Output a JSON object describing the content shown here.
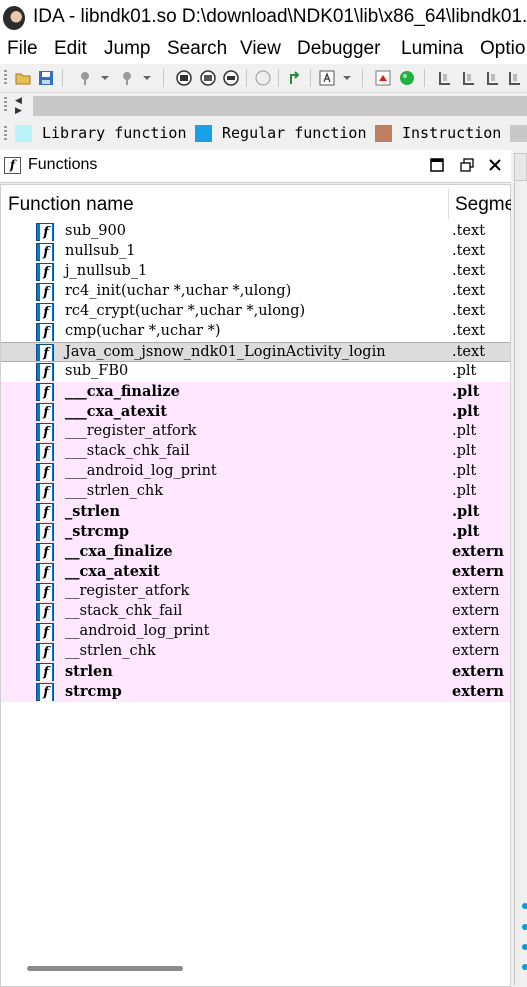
{
  "window": {
    "title": "IDA - libndk01.so D:\\download\\NDK01\\lib\\x86_64\\libndk01.so"
  },
  "menu": {
    "items": [
      "File",
      "Edit",
      "Jump",
      "Search",
      "View",
      "Debugger",
      "Lumina",
      "Optio"
    ]
  },
  "legend": {
    "items": [
      {
        "label": "Library function",
        "color": "#b8f4f8"
      },
      {
        "label": "Regular function",
        "color": "#1aa0e8"
      },
      {
        "label": "Instruction",
        "color": "#c08060"
      }
    ]
  },
  "panel": {
    "title": "Functions",
    "icon": "f"
  },
  "table": {
    "columns": {
      "name": "Function name",
      "segment": "Segme"
    },
    "rows": [
      {
        "name": "sub_900",
        "segment": ".text"
      },
      {
        "name": "nullsub_1",
        "segment": ".text"
      },
      {
        "name": "j_nullsub_1",
        "segment": ".text"
      },
      {
        "name": "rc4_init(uchar *,uchar *,ulong)",
        "segment": ".text"
      },
      {
        "name": "rc4_crypt(uchar *,uchar *,ulong)",
        "segment": ".text"
      },
      {
        "name": "cmp(uchar *,uchar *)",
        "segment": ".text"
      },
      {
        "name": "Java_com_jsnow_ndk01_LoginActivity_login",
        "segment": ".text"
      },
      {
        "name": "sub_FB0",
        "segment": ".plt"
      },
      {
        "name": "___cxa_finalize",
        "segment": ".plt"
      },
      {
        "name": "___cxa_atexit",
        "segment": ".plt"
      },
      {
        "name": "___register_atfork",
        "segment": ".plt"
      },
      {
        "name": "___stack_chk_fail",
        "segment": ".plt"
      },
      {
        "name": "___android_log_print",
        "segment": ".plt"
      },
      {
        "name": "___strlen_chk",
        "segment": ".plt"
      },
      {
        "name": "_strlen",
        "segment": ".plt"
      },
      {
        "name": "_strcmp",
        "segment": ".plt"
      },
      {
        "name": "__cxa_finalize",
        "segment": "extern"
      },
      {
        "name": "__cxa_atexit",
        "segment": "extern"
      },
      {
        "name": "__register_atfork",
        "segment": "extern"
      },
      {
        "name": "__stack_chk_fail",
        "segment": "extern"
      },
      {
        "name": "__android_log_print",
        "segment": "extern"
      },
      {
        "name": "__strlen_chk",
        "segment": "extern"
      },
      {
        "name": "strlen",
        "segment": "extern"
      },
      {
        "name": "strcmp",
        "segment": "extern"
      }
    ]
  }
}
